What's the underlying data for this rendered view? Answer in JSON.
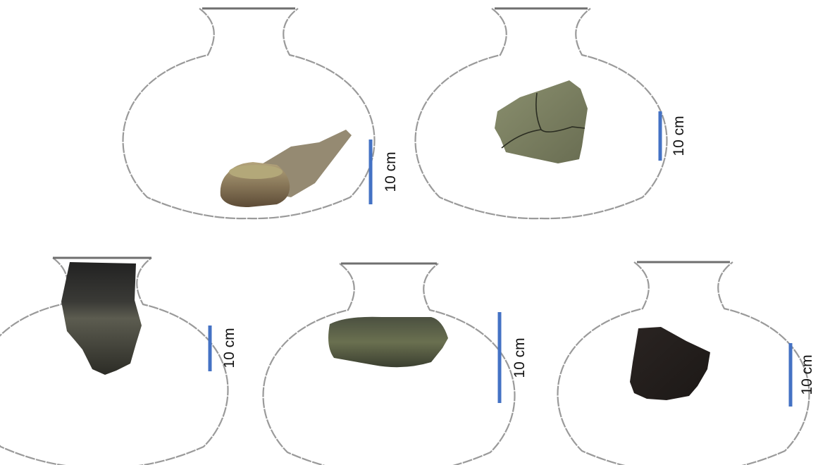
{
  "figure": {
    "scale_label": "10 cm",
    "colors": {
      "outline": "#9a9a9a",
      "scale_bar": "#4472c4",
      "text": "#111111"
    },
    "vessels": [
      {
        "id": "vessel-1",
        "scale_label": "10 cm",
        "sherd": "base and lower body sherd, light brown"
      },
      {
        "id": "vessel-2",
        "scale_label": "10 cm",
        "sherd": "cracked body sherd, greenish grey"
      },
      {
        "id": "vessel-3",
        "scale_label": "10 cm",
        "sherd": "rim and upper body sherd, dark grey to black"
      },
      {
        "id": "vessel-4",
        "scale_label": "10 cm",
        "sherd": "body sherd, dark olive"
      },
      {
        "id": "vessel-5",
        "scale_label": "10 cm",
        "sherd": "body sherd, black"
      }
    ]
  }
}
